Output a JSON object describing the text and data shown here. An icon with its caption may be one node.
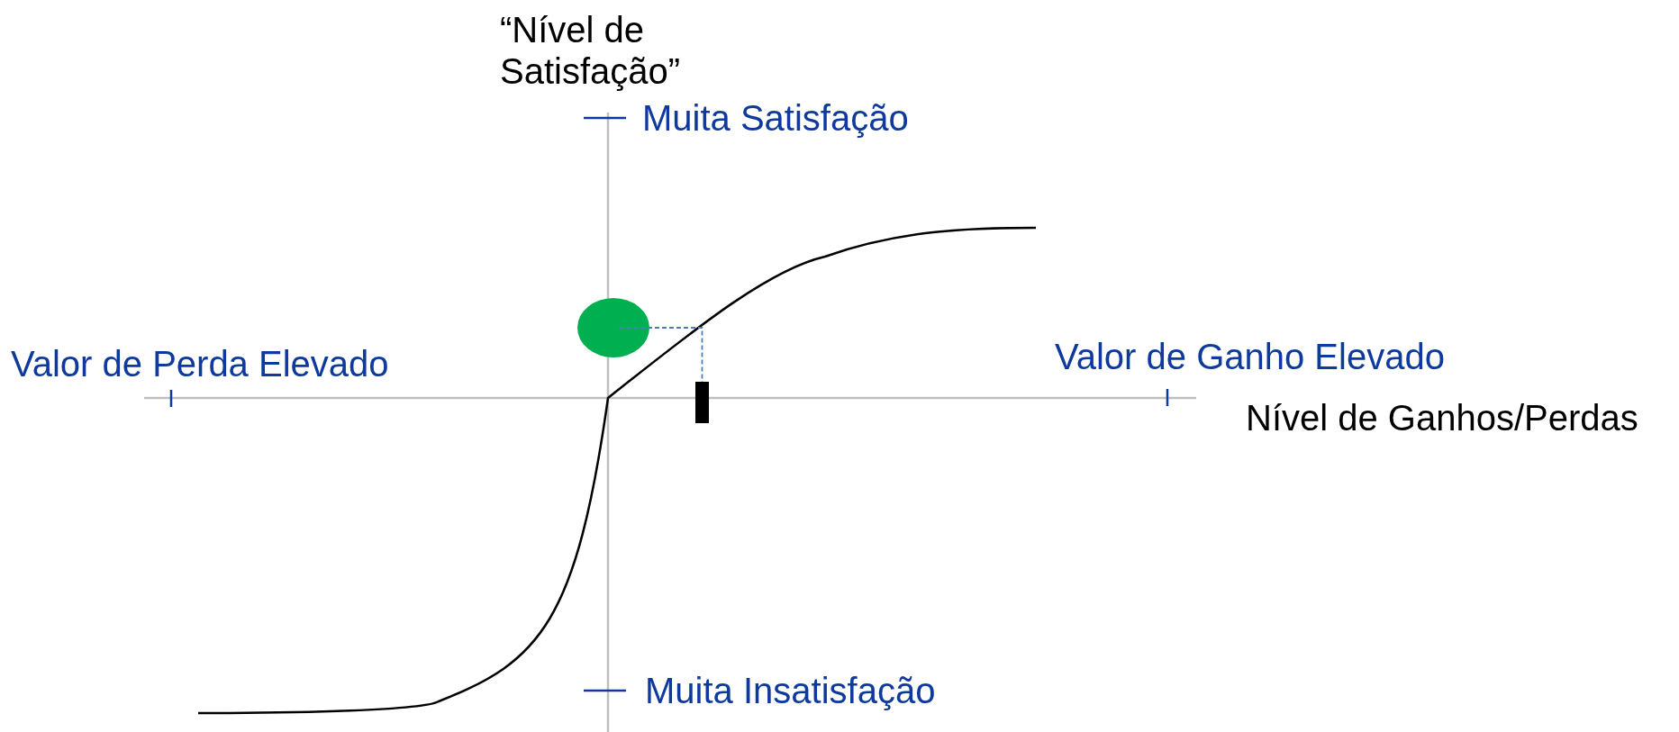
{
  "diagram": {
    "nodes": [
      {
        "text": [],
        "shape": "circle"
      },
      {
        "text": [],
        "shape": "bar"
      }
    ],
    "edges": [
      {
        "from": 0,
        "to": 1,
        "arrow": "none",
        "style": "dashed",
        "color": "#4a7ebb"
      }
    ],
    "labels": [
      "“Nível de Satisfação”",
      "Muita Satisfação",
      "Valor de Perda Elevado",
      "Valor de Ganho Elevado",
      "Nível de Ganhos/Perdas",
      "Muita Insatisfação"
    ]
  }
}
